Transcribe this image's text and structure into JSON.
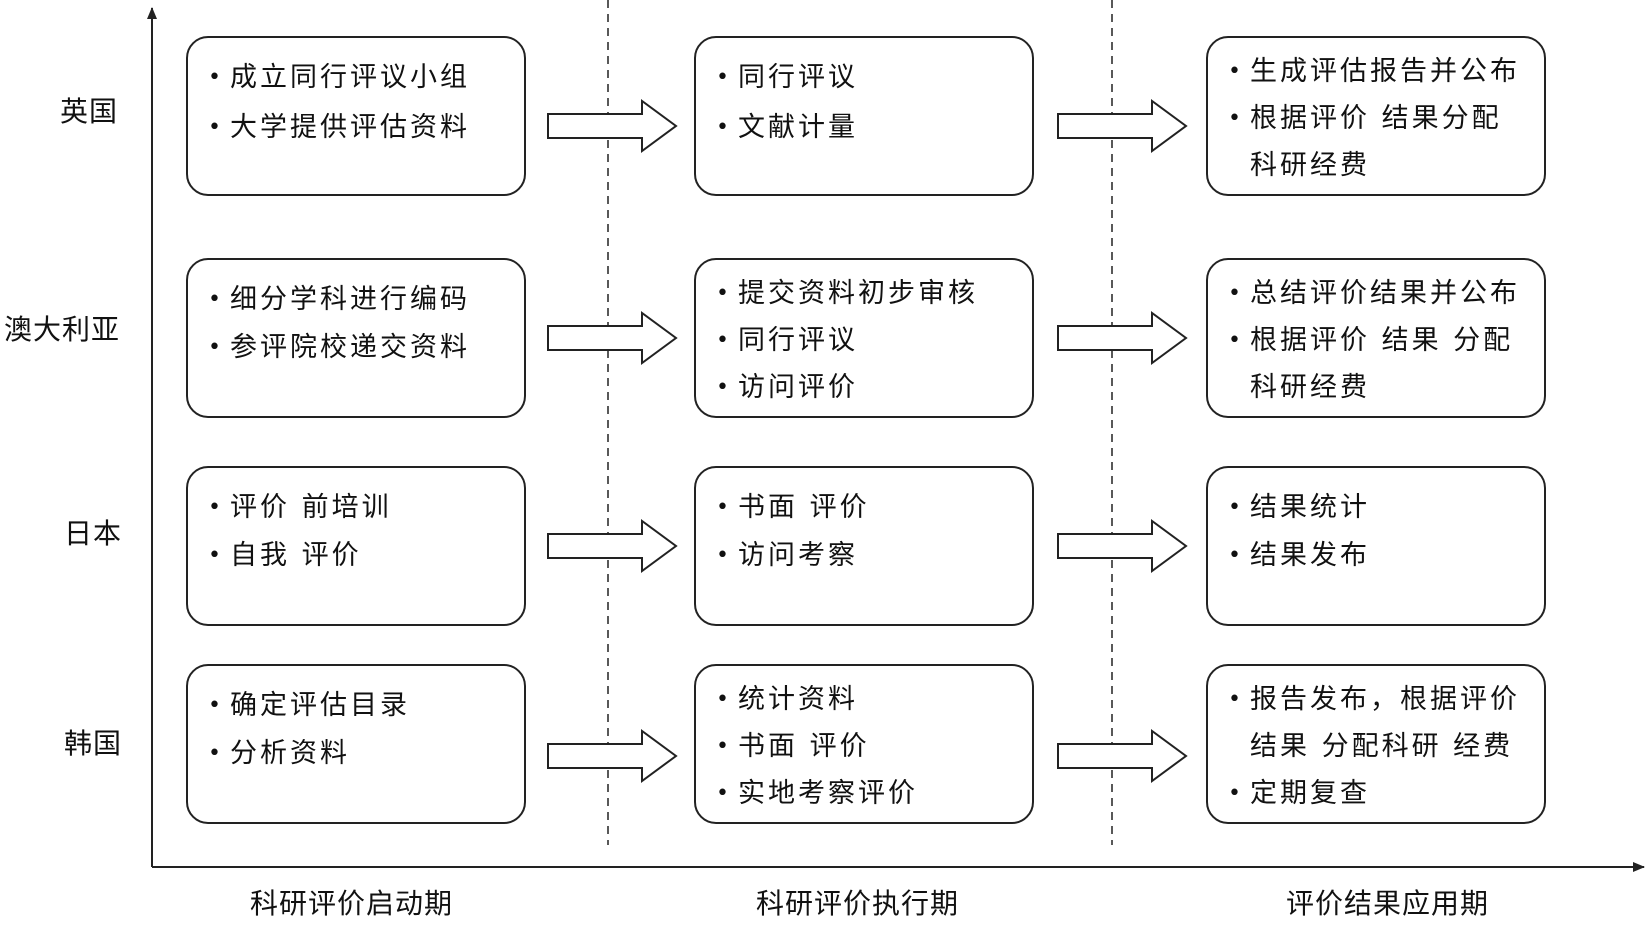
{
  "countries": [
    "英国",
    "澳大利亚",
    "日本",
    "韩国"
  ],
  "phases": [
    "科研评价启动期",
    "科研评价执行期",
    "评价结果应用期"
  ],
  "rows": [
    {
      "start": [
        "成立同行评议小组",
        "大学提供评估资料"
      ],
      "execute": [
        "同行评议",
        "文献计量"
      ],
      "apply": [
        {
          "text": "生成评估报告并公布",
          "bullet": true
        },
        {
          "text": "根据评价 结果分配",
          "bullet": true
        },
        {
          "text": "科研经费",
          "bullet": false
        }
      ]
    },
    {
      "start": [
        "细分学科进行编码",
        "参评院校递交资料"
      ],
      "execute": [
        "提交资料初步审核",
        "同行评议",
        "访问评价"
      ],
      "apply": [
        {
          "text": "总结评价结果并公布",
          "bullet": true
        },
        {
          "text": "根据评价 结果 分配",
          "bullet": true
        },
        {
          "text": "科研经费",
          "bullet": false
        }
      ]
    },
    {
      "start": [
        "评价 前培训",
        "自我 评价"
      ],
      "execute": [
        "书面 评价",
        "访问考察"
      ],
      "apply": [
        {
          "text": "结果统计",
          "bullet": true
        },
        {
          "text": "结果发布",
          "bullet": true
        }
      ]
    },
    {
      "start": [
        "确定评估目录",
        "分析资料"
      ],
      "execute": [
        "统计资料",
        "书面 评价",
        "实地考察评价"
      ],
      "apply": [
        {
          "text": "报告发布，根据评价",
          "bullet": true
        },
        {
          "text": "结果 分配科研 经费",
          "bullet": false
        },
        {
          "text": "定期复查",
          "bullet": true
        }
      ]
    }
  ],
  "bullet_glyph": "•",
  "colors": {
    "line": "#222222",
    "box_fill": "#ffffff"
  }
}
